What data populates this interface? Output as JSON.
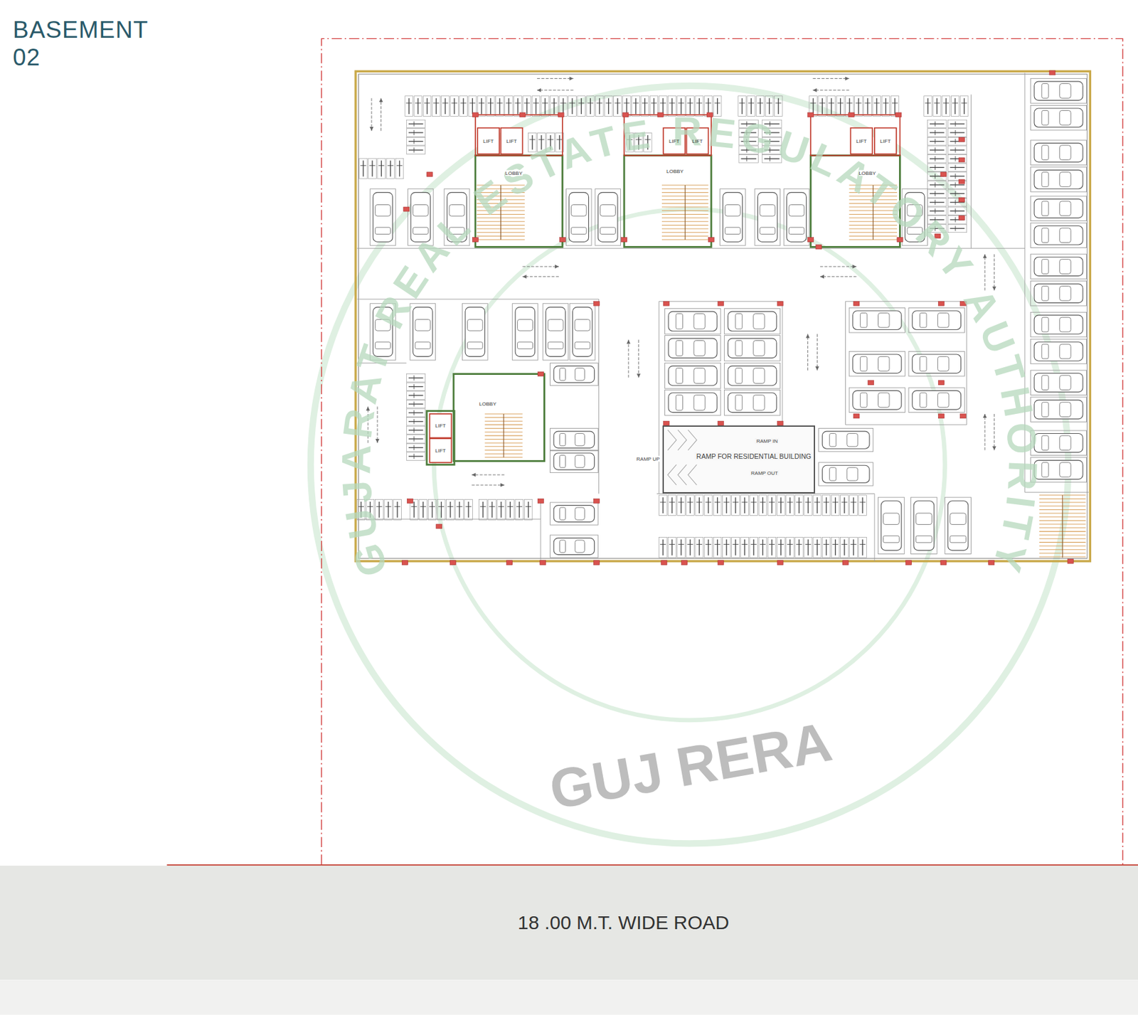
{
  "diagram": {
    "title": "BASEMENT 02",
    "nodes": [
      {
        "text": [
          "LOBBY"
        ]
      },
      {
        "text": [
          "LOBBY"
        ]
      },
      {
        "text": [
          "LOBBY"
        ]
      },
      {
        "text": [
          "LOBBY"
        ]
      },
      {
        "text": [
          "RAMP IN",
          "RAMP FOR RESIDENTIAL BUILDING",
          "RAMP OUT"
        ]
      },
      {
        "text": [
          "18 .00 M.T. WIDE ROAD"
        ]
      }
    ],
    "labels": [
      "LIFT",
      "LIFT",
      "LIFT",
      "LIFT",
      "LIFT",
      "LIFT",
      "LIFT",
      "LIFT",
      "RAMP UP",
      "GUJARAT REAL ESTATE REGULATORY AUTHORITY",
      "GUJ RERA"
    ]
  }
}
